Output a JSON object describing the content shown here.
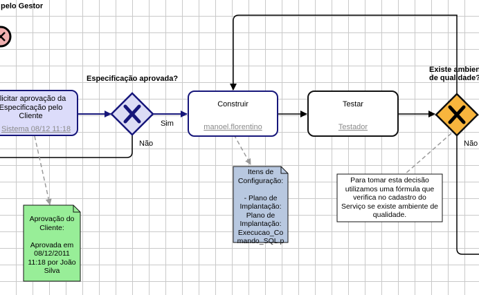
{
  "lane": {
    "title": "pelo Gestor"
  },
  "task_aprovacao": {
    "lines": [
      "olicitar aprovação da",
      "Especificação pelo",
      "Cliente"
    ],
    "meta": "Sistema 08/12 11:18"
  },
  "gateway_spec": {
    "question": "Especificação aprovada?",
    "yes_label": "Sim",
    "no_label": "Não"
  },
  "task_construir": {
    "name": "Construir",
    "assignee": "manoel.florentino"
  },
  "task_testar": {
    "name": "Testar",
    "assignee": "Testador"
  },
  "gateway_ambiente": {
    "question_lines": [
      "Existe ambien",
      "de qualidade?"
    ],
    "no_label": "Não"
  },
  "note_itens": {
    "lines": [
      "Itens de",
      "Configuração:",
      "",
      "- Plano de",
      "Implantação:",
      "Plano de",
      "Implantação:",
      "Execucao_Co",
      "mando_SQL.p"
    ]
  },
  "note_aprovacao": {
    "lines": [
      "Aprovação do",
      "Cliente:",
      "",
      "Aprovada em",
      "08/12/2011",
      "11:18 por João",
      "Silva"
    ]
  },
  "note_decisao": {
    "lines": [
      "Para tomar esta decisão",
      "utilizamos uma fórmula que",
      "verifica no cadastro do",
      "Serviço se existe ambiente de",
      "qualidade."
    ]
  },
  "colors": {
    "task_active_fill": "#dcdcfa",
    "task_active_border": "#16167a",
    "flow_blue": "#16167a",
    "gateway_fill": "#dcdcf5",
    "gateway_ambiente_fill": "#f8b53d",
    "note_blue": "#b8c8e0",
    "note_green": "#98ee98",
    "end_event": "#f0b0b0"
  }
}
